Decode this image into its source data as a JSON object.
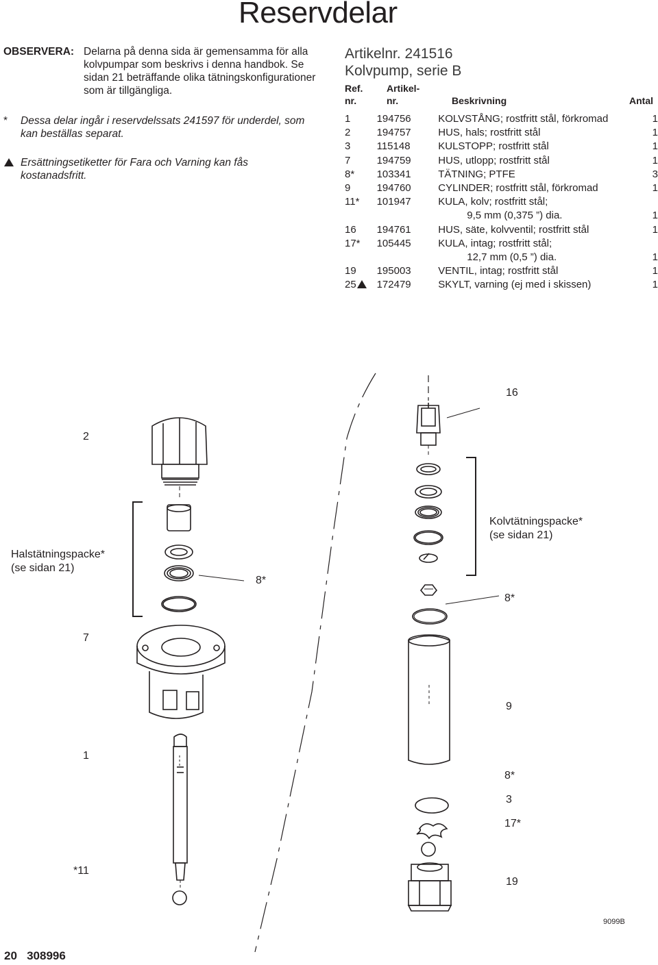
{
  "page": {
    "title": "Reservdelar",
    "notes": {
      "label": "OBSERVERA:",
      "text": "Delarna på denna sida är gemensamma för alla kolvpumpar som beskrivs i denna handbok. Se sidan 21 beträffande olika tätningskonfigurationer som är tillgängliga.",
      "star_mark": "*",
      "star_text": "Dessa delar ingår i reservdelssats 241597 för underdel, som kan beställas separat.",
      "triangle_text": "Ersättningsetiketter för Fara och Varning kan fås kostanadsfritt."
    },
    "product": {
      "line1": "Artikelnr. 241516",
      "line2": "Kolvpump, serie B"
    },
    "table": {
      "headers": {
        "ref_1": "Ref.",
        "ref_2": "nr.",
        "part_1": "Artikel-",
        "part_2": "nr.",
        "desc": "Beskrivning",
        "qty": "Antal"
      },
      "rows": [
        {
          "ref": "1",
          "part": "194756",
          "desc": "KOLVSTÅNG; rostfritt stål, förkromad",
          "qty": "1"
        },
        {
          "ref": "2",
          "part": "194757",
          "desc": "HUS, hals; rostfritt stål",
          "qty": "1"
        },
        {
          "ref": "3",
          "part": "115148",
          "desc": "KULSTOPP; rostfritt stål",
          "qty": "1"
        },
        {
          "ref": "7",
          "part": "194759",
          "desc": "HUS, utlopp; rostfritt stål",
          "qty": "1"
        },
        {
          "ref": "8*",
          "part": "103341",
          "desc": "TÄTNING; PTFE",
          "qty": "3"
        },
        {
          "ref": "9",
          "part": "194760",
          "desc": "CYLINDER; rostfritt stål, förkromad",
          "qty": "1"
        },
        {
          "ref": "11*",
          "part": "101947",
          "desc": "KULA, kolv; rostfritt stål;",
          "qty": ""
        },
        {
          "ref": "",
          "part": "",
          "desc": "9,5 mm (0,375 ”) dia.",
          "qty": "1",
          "indent": true
        },
        {
          "ref": "16",
          "part": "194761",
          "desc": "HUS, säte, kolvventil; rostfritt stål",
          "qty": "1"
        },
        {
          "ref": "17*",
          "part": "105445",
          "desc": "KULA, intag; rostfritt stål;",
          "qty": ""
        },
        {
          "ref": "",
          "part": "",
          "desc": "12,7 mm (0,5 ”) dia.",
          "qty": "1",
          "indent": true
        },
        {
          "ref": "19",
          "part": "195003",
          "desc": "VENTIL, intag; rostfritt stål",
          "qty": "1"
        },
        {
          "ref": "25",
          "triangle": true,
          "part": "172479",
          "desc": "SKYLT, varning (ej med i skissen)",
          "qty": "1"
        }
      ]
    },
    "callouts": {
      "c16": "16",
      "c2": "2",
      "kolv_1": "Kolvtätningspacke*",
      "kolv_2": "(se sidan 21)",
      "hals_1": "Halstätningspacke*",
      "hals_2": "(se sidan 21)",
      "c8a": "8*",
      "c8b": "8*",
      "c7": "7",
      "c9": "9",
      "c1": "1",
      "c8c": "8*",
      "c3": "3",
      "c17": "17*",
      "c11": "*11",
      "c19": "19"
    },
    "figure_id": "9099B",
    "footer": {
      "page_no": "20",
      "doc_no": "308996"
    }
  }
}
